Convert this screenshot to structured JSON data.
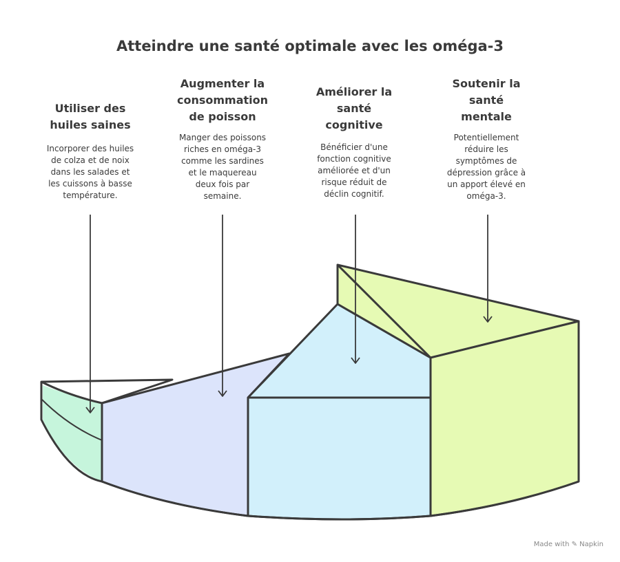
{
  "title": "Atteindre une santé optimale avec les oméga-3",
  "items": [
    {
      "heading": [
        "Utiliser des",
        "huiles saines"
      ],
      "desc": [
        "Incorporer des huiles",
        "de colza et de noix",
        "dans les salades et",
        "les cuissons à basse",
        "température."
      ],
      "color": "#c6f5dc"
    },
    {
      "heading": [
        "Augmenter la",
        "consommation",
        "de poisson"
      ],
      "desc": [
        "Manger des poissons",
        "riches en oméga-3",
        "comme les sardines",
        "et le maquereau",
        "deux fois par",
        "semaine."
      ],
      "color": "#dce4fb"
    },
    {
      "heading": [
        "Améliorer la",
        "santé",
        "cognitive"
      ],
      "desc": [
        "Bénéficier d'une",
        "fonction cognitive",
        "améliorée et d'un",
        "risque réduit de",
        "déclin cognitif."
      ],
      "color": "#d2f0fb"
    },
    {
      "heading": [
        "Soutenir la",
        "santé",
        "mentale"
      ],
      "desc": [
        "Potentiellement",
        "réduire les",
        "symptômes de",
        "dépression grâce à",
        "un apport élevé en",
        "oméga-3."
      ],
      "color": "#e6fab4"
    }
  ],
  "credit": "Made with ✎ Napkin"
}
